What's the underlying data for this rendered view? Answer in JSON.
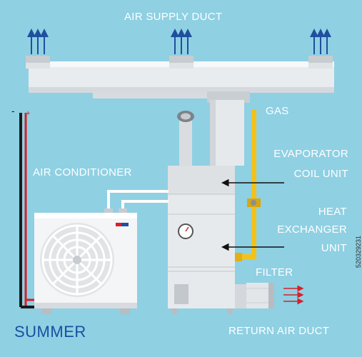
{
  "labels": {
    "supply_duct": "AIR SUPPLY DUCT",
    "gas": "GAS",
    "air_conditioner": "AIR CONDITIONER",
    "evaporator_line1": "EVAPORATOR",
    "evaporator_line2": "COIL UNIT",
    "heat_line1": "HEAT",
    "heat_line2": "EXCHANGER",
    "heat_line3": "UNIT",
    "filter": "FILTER",
    "return_duct": "RETURN AIR DUCT",
    "season": "SUMMER"
  },
  "polarity": {
    "minus": "-",
    "plus": "+"
  },
  "watermark": "520329231",
  "colors": {
    "background": "#8fd0e3",
    "duct": "#e9ecef",
    "gas_pipe": "#f2c21b",
    "supply_arrow": "#1f4f9e",
    "return_arrow": "#d6202a",
    "season_text": "#1b4fa0"
  },
  "icons": {
    "supply_arrows": "up-arrow-triplet-icon",
    "return_arrows": "right-arrow-icon",
    "gauge": "pressure-gauge-icon",
    "valve": "gas-valve-icon",
    "fan": "fan-icon"
  }
}
